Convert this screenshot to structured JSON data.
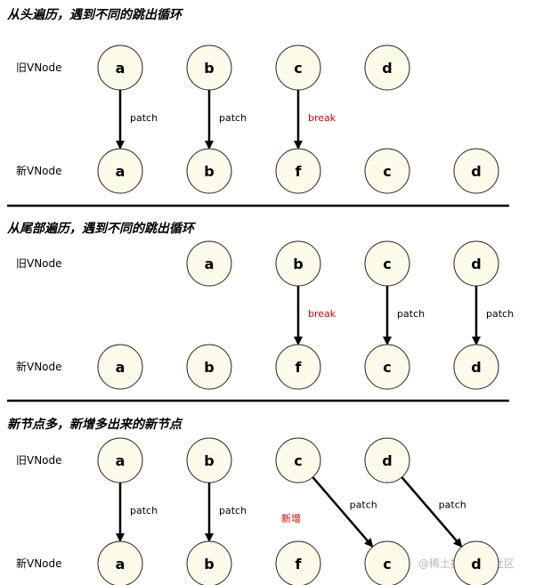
{
  "sections": [
    {
      "title": "从头遍历，遇到不同的跳出循环",
      "old_label": "旧VNode",
      "new_label": "新VNode",
      "old_nodes": [
        "a",
        "b",
        "c",
        "d"
      ],
      "new_nodes": [
        "a",
        "b",
        "f",
        "c",
        "d"
      ],
      "edges": [
        {
          "from": 0,
          "to": 0,
          "label": "patch",
          "color": "#000000"
        },
        {
          "from": 1,
          "to": 1,
          "label": "patch",
          "color": "#000000"
        },
        {
          "from": 2,
          "to": 2,
          "label": "break",
          "color": "#d40000"
        }
      ]
    },
    {
      "title": "从尾部遍历，遇到不同的跳出循环",
      "old_label": "旧VNode",
      "new_label": "新VNode",
      "old_nodes": [
        "a",
        "b",
        "c",
        "d"
      ],
      "new_nodes": [
        "a",
        "b",
        "f",
        "c",
        "d"
      ],
      "edges": [
        {
          "from": 1,
          "to": 2,
          "label": "break",
          "color": "#d40000"
        },
        {
          "from": 2,
          "to": 3,
          "label": "patch",
          "color": "#000000"
        },
        {
          "from": 3,
          "to": 4,
          "label": "patch",
          "color": "#000000"
        }
      ]
    },
    {
      "title": "新节点多，新增多出来的新节点",
      "old_label": "旧VNode",
      "new_label": "新VNode",
      "old_nodes": [
        "a",
        "b",
        "c",
        "d"
      ],
      "new_nodes": [
        "a",
        "b",
        "f",
        "c",
        "d"
      ],
      "new_note": "新增",
      "edges": [
        {
          "from": 0,
          "to": 0,
          "label": "patch",
          "color": "#000000"
        },
        {
          "from": 1,
          "to": 1,
          "label": "patch",
          "color": "#000000"
        },
        {
          "from": 2,
          "to": 3,
          "label": "patch",
          "color": "#000000"
        },
        {
          "from": 3,
          "to": 4,
          "label": "patch",
          "color": "#000000"
        }
      ]
    }
  ],
  "watermark": "@稀土掘金技术社区"
}
